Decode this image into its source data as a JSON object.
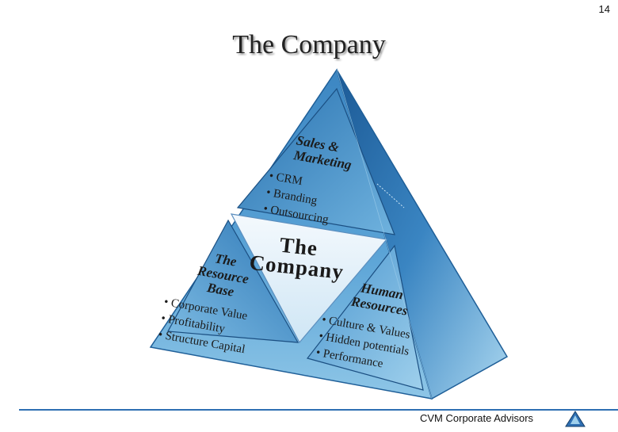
{
  "page_number": "14",
  "title": "The Company",
  "pyramid": {
    "center": {
      "line1": "The",
      "line2": "Company"
    },
    "top_face": {
      "heading": [
        "Sales &",
        "Marketing"
      ],
      "bullets": [
        "• CRM",
        "• Branding",
        "• Outsourcing"
      ]
    },
    "left_face": {
      "heading": [
        "The",
        "Resource",
        "Base"
      ],
      "bullets": [
        "• Corporate Value",
        "• Profitability",
        "• Structure Capital"
      ]
    },
    "right_face": {
      "heading": [
        "Human",
        "Resources"
      ],
      "bullets": [
        "• Culture & Values",
        "• Hidden potentials",
        "• Performance"
      ]
    }
  },
  "footer": {
    "text": "CVM Corporate Advisors",
    "logo_icon": "cvm-pyramid-logo-icon"
  },
  "colors": {
    "accent": "#2e6fb3",
    "dark_blue": "#1d5f9a",
    "light_blue": "#8fc6e6"
  }
}
